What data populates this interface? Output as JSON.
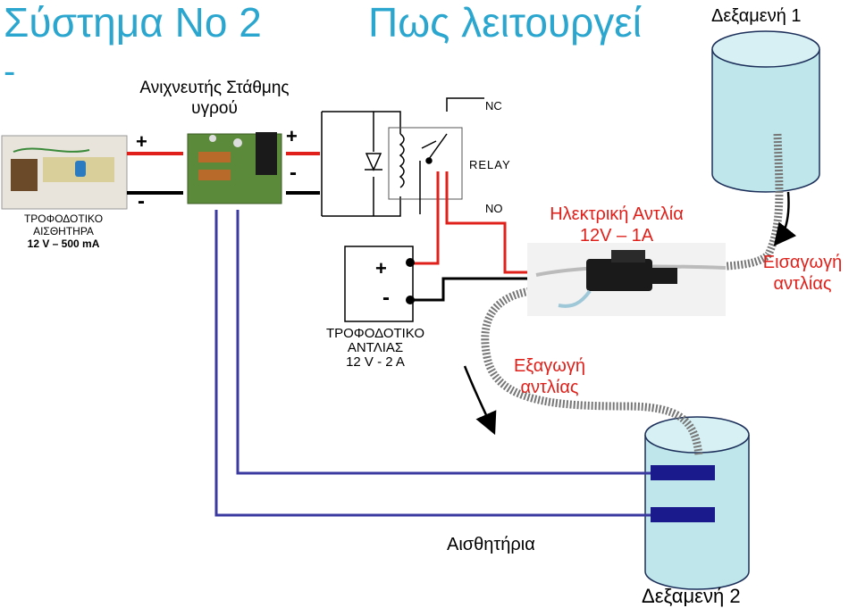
{
  "title_left": "Σύστημα Νο 2",
  "title_dash": "-",
  "title_right": "Πως λειτουργεί",
  "tank1_label": "Δεξαμενή 1",
  "tank2_label": "Δεξαμενή 2",
  "sensor_psu": {
    "line1": "ΤΡΟΦΟΔΟΤΙΚΟ",
    "line2": "ΑΙΣΘΗΤΗΡΑ",
    "line3": "12 V – 500 mA"
  },
  "level_detector": {
    "line1": "Ανιχνευτής Στάθμης",
    "line2": "υγρού"
  },
  "plus": "+",
  "minus": "-",
  "relay": {
    "nc": "NC",
    "no": "NO",
    "name": "RELAY"
  },
  "pump_psu": {
    "line1": "ΤΡΟΦΟΔΟΤΙΚΟ",
    "line2": "ΑΝΤΛΙΑΣ",
    "line3": "12 V - 2 A"
  },
  "pump": {
    "line1": "Ηλεκτρική Αντλία",
    "line2": "12V – 1A"
  },
  "pump_inlet": {
    "line1": "Εισαγωγή",
    "line2": "αντλίας"
  },
  "pump_outlet": {
    "line1": "Εξαγωγή",
    "line2": "αντλίας"
  },
  "sensors_label": "Αισθητήρια",
  "colors": {
    "title": "#2aa6cf",
    "wire_red": "#e0201a",
    "wire_blue": "#3a3aa0",
    "tank": "#bfe6ea",
    "probe": "#1a1a8c"
  }
}
